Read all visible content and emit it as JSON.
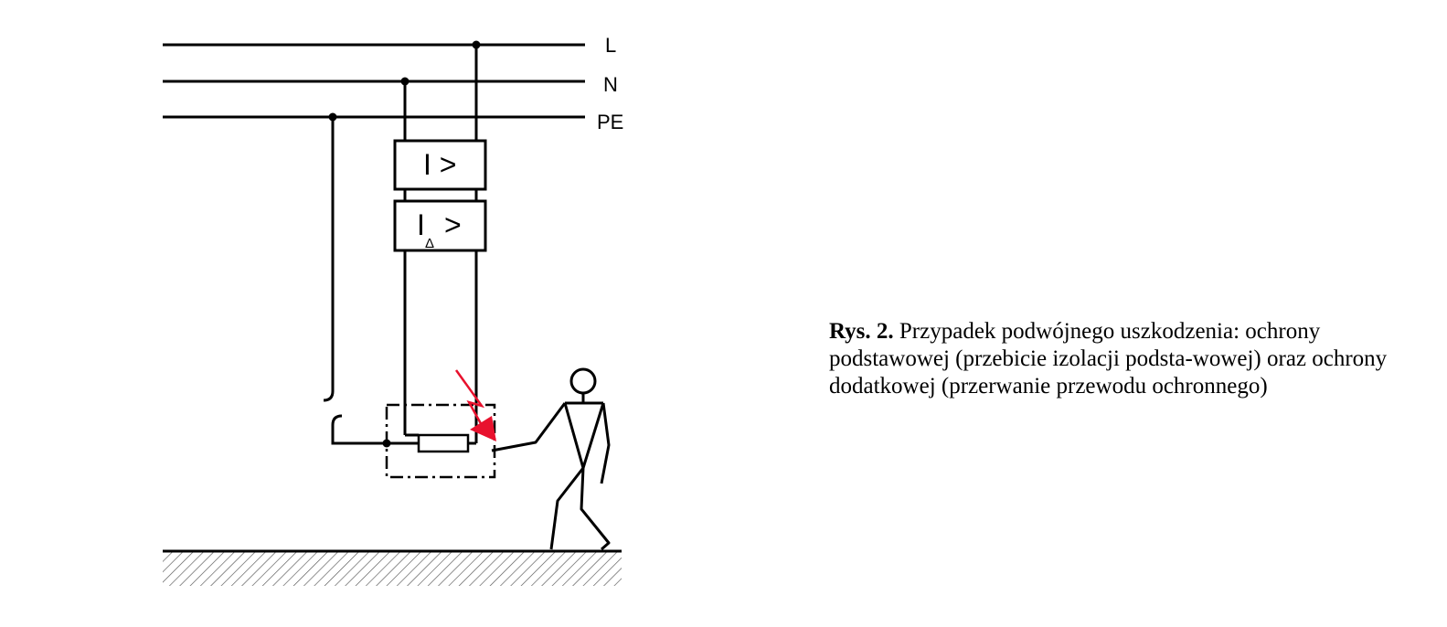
{
  "diagram": {
    "lines": {
      "l": "L",
      "n": "N",
      "pe": "PE"
    },
    "breaker": {
      "symbol": "I >"
    },
    "rcd": {
      "symbol_main": "I",
      "symbol_sub": "Δ",
      "symbol_gt": ">"
    },
    "colors": {
      "stroke": "#000000",
      "fault": "#e8112d",
      "hatch": "#555555"
    }
  },
  "caption": {
    "label": "Rys. 2.",
    "text": " Przypadek podwójnego uszkodzenia: ochrony podstawowej (przebicie izolacji podsta-wowej) oraz ochrony dodatkowej (przerwanie przewodu ochronnego)"
  }
}
